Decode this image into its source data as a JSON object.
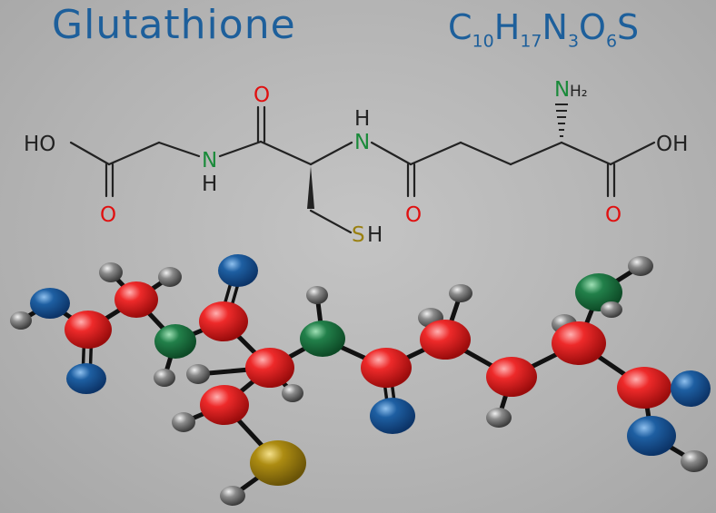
{
  "colors": {
    "title": "#1d5f9b",
    "bond": "#222222",
    "oxygen_label": "#e01010",
    "nitrogen_label": "#1a8a3a",
    "sulfur_label": "#9a8010",
    "carbon_ball": "#e02020",
    "oxygen_ball": "#1a5a9a",
    "nitrogen_ball": "#1f7a45",
    "sulfur_ball": "#a88a10",
    "hydrogen_ball": "#7a7a7a"
  },
  "header": {
    "title": "Glutathione",
    "formula": [
      {
        "t": "C"
      },
      {
        "t": "10",
        "sub": true
      },
      {
        "t": "H"
      },
      {
        "t": "17",
        "sub": true
      },
      {
        "t": "N"
      },
      {
        "t": "3",
        "sub": true
      },
      {
        "t": "O"
      },
      {
        "t": "6",
        "sub": true
      },
      {
        "t": "S"
      }
    ]
  },
  "structure": {
    "labels": {
      "ho_left": "HO",
      "o_carboxyl_left": "O",
      "n_amide_1": "N",
      "h_amide_1": "H",
      "o_amide_1": "O",
      "n_amide_2": "N",
      "h_amide_2": "H",
      "o_amide_2": "O",
      "s_thiol": "S",
      "h_thiol": "H",
      "n_amine": "N",
      "h2_amine": "H₂",
      "o_carboxyl_right": "O",
      "oh_right": "OH"
    }
  },
  "ball_model": {
    "element_icons": {
      "C": "carbon-atom-icon",
      "O": "oxygen-atom-icon",
      "N": "nitrogen-atom-icon",
      "S": "sulfur-atom-icon",
      "H": "hydrogen-atom-icon"
    }
  }
}
